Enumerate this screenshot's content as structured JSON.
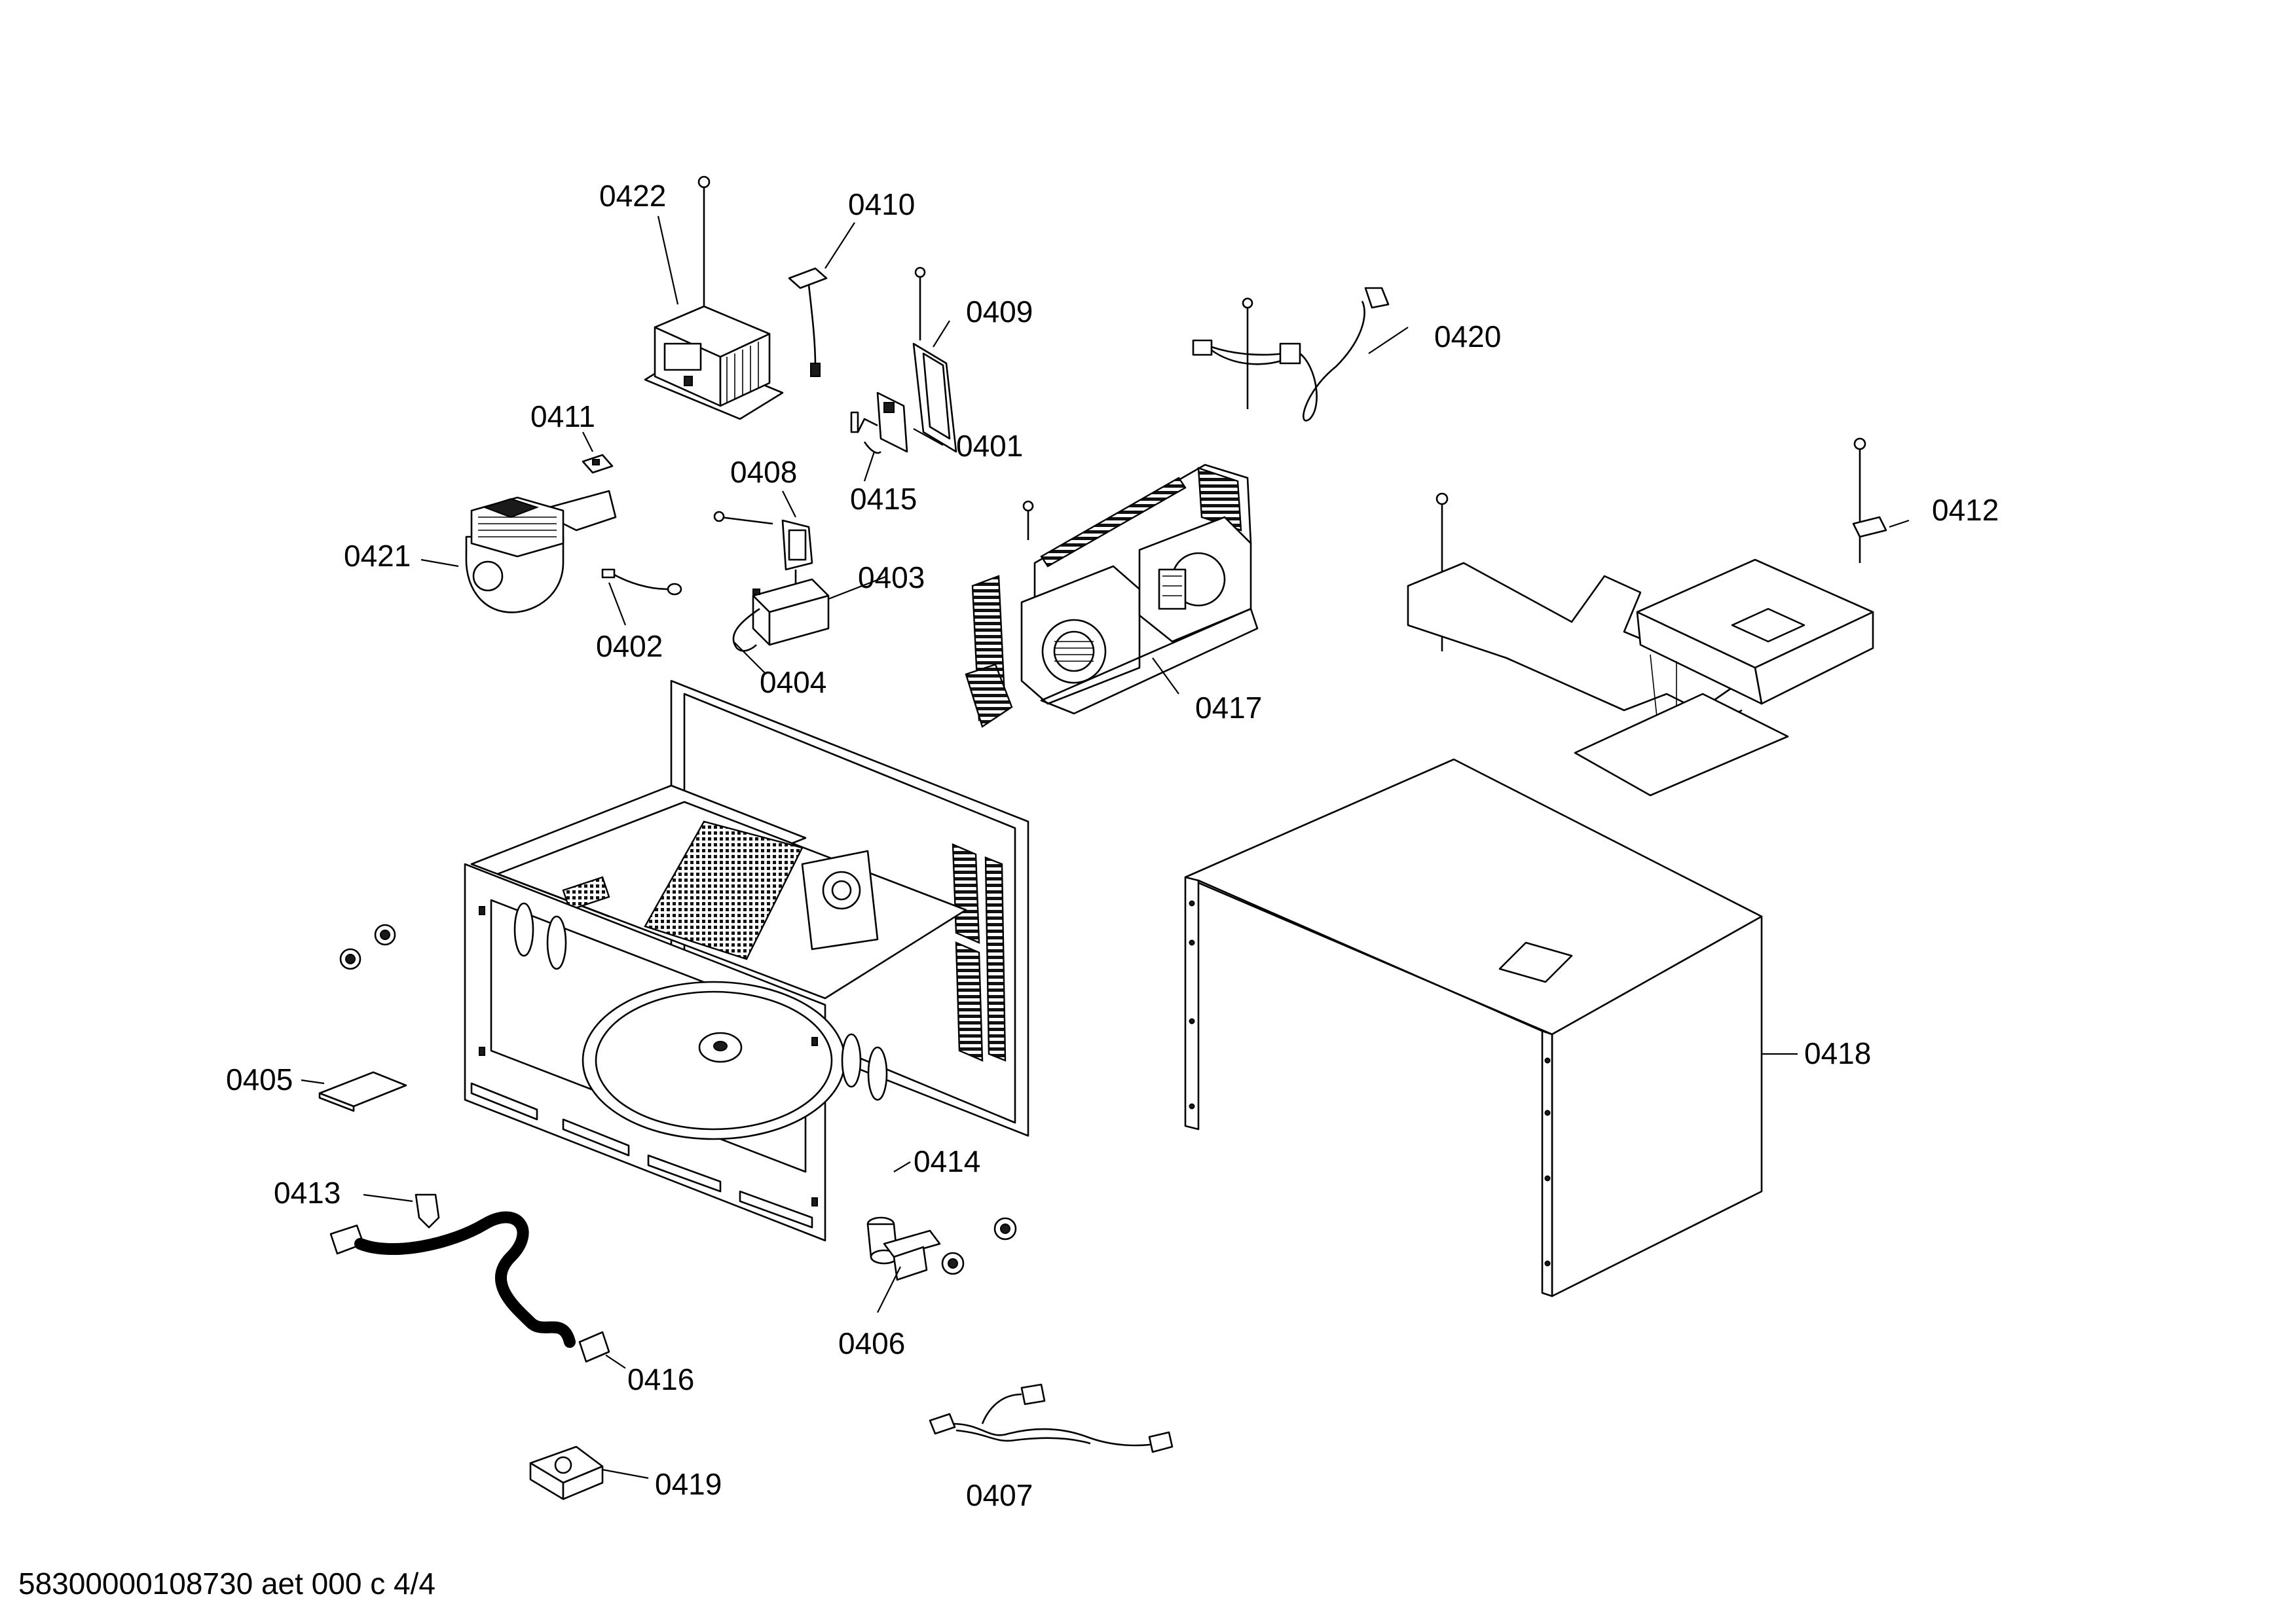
{
  "diagram": {
    "parts": [
      {
        "id": "0401",
        "label": "0401",
        "component": "interlock-switch-bracket"
      },
      {
        "id": "0402",
        "label": "0402",
        "component": "thermal-sensor"
      },
      {
        "id": "0403",
        "label": "0403",
        "component": "capacitor"
      },
      {
        "id": "0404",
        "label": "0404",
        "component": "capacitor-lead"
      },
      {
        "id": "0405",
        "label": "0405",
        "component": "cover-plate"
      },
      {
        "id": "0406",
        "label": "0406",
        "component": "bracket"
      },
      {
        "id": "0407",
        "label": "0407",
        "component": "wire-harness"
      },
      {
        "id": "0408",
        "label": "0408",
        "component": "diode"
      },
      {
        "id": "0409",
        "label": "0409",
        "component": "switch-holder"
      },
      {
        "id": "0410",
        "label": "0410",
        "component": "fuse-lead"
      },
      {
        "id": "0411",
        "label": "0411",
        "component": "thermostat"
      },
      {
        "id": "0412",
        "label": "0412",
        "component": "thermostat"
      },
      {
        "id": "0413",
        "label": "0413",
        "component": "clip"
      },
      {
        "id": "0414",
        "label": "0414",
        "component": "ferrite-core"
      },
      {
        "id": "0415",
        "label": "0415",
        "component": "micro-switch"
      },
      {
        "id": "0416",
        "label": "0416",
        "component": "door-cable"
      },
      {
        "id": "0417",
        "label": "0417",
        "component": "blower-assembly"
      },
      {
        "id": "0418",
        "label": "0418",
        "component": "outer-cabinet"
      },
      {
        "id": "0419",
        "label": "0419",
        "component": "turntable-motor"
      },
      {
        "id": "0420",
        "label": "0420",
        "component": "power-cable"
      },
      {
        "id": "0421",
        "label": "0421",
        "component": "magnetron"
      },
      {
        "id": "0422",
        "label": "0422",
        "component": "transformer"
      }
    ],
    "footer": "58300000108730 aet 000 c 4/4"
  }
}
